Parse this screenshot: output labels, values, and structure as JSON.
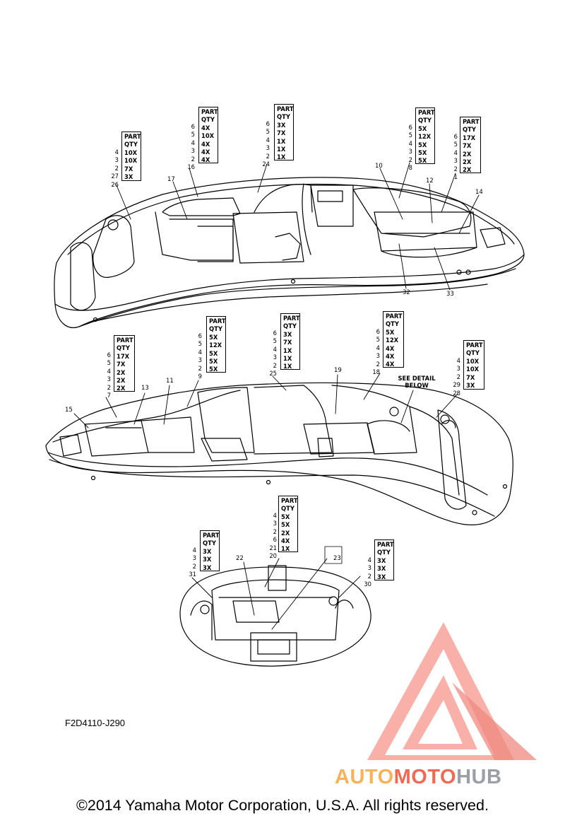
{
  "diagram": {
    "code": "F2D4110-J290",
    "copyright": "©2014 Yamaha Motor Corporation, U.S.A. All rights reserved.",
    "logo": {
      "part_a": "AUTO",
      "part_b": "MOTO",
      "part_c": "HUB",
      "colors": [
        "#f6b35a",
        "#ef6a55",
        "#9aa0a6"
      ]
    },
    "detail_note": [
      "SEE DETAIL",
      "BELOW"
    ],
    "header": [
      "PART",
      "QTY"
    ],
    "tables": [
      {
        "id": "t26",
        "keys": [
          "4",
          "3",
          "2",
          "27",
          "26"
        ],
        "qty": [
          "10X",
          "10X",
          "7X",
          "3X"
        ]
      },
      {
        "id": "t16",
        "keys": [
          "6",
          "5",
          "4",
          "3",
          "2",
          "16"
        ],
        "qty": [
          "4X",
          "10X",
          "4X",
          "4X",
          "4X"
        ]
      },
      {
        "id": "t24",
        "keys": [
          "6",
          "5",
          "4",
          "3",
          "2",
          "24"
        ],
        "qty": [
          "3X",
          "7X",
          "1X",
          "1X",
          "1X"
        ]
      },
      {
        "id": "t8",
        "keys": [
          "6",
          "5",
          "4",
          "3",
          "2",
          "8"
        ],
        "qty": [
          "5X",
          "12X",
          "5X",
          "5X",
          "5X"
        ]
      },
      {
        "id": "t1",
        "keys": [
          "6",
          "5",
          "4",
          "3",
          "2",
          "1"
        ],
        "qty": [
          "17X",
          "7X",
          "2X",
          "2X",
          "2X"
        ]
      },
      {
        "id": "t7",
        "keys": [
          "6",
          "5",
          "4",
          "3",
          "2",
          "7"
        ],
        "qty": [
          "17X",
          "7X",
          "2X",
          "2X",
          "2X"
        ]
      },
      {
        "id": "t9",
        "keys": [
          "6",
          "5",
          "4",
          "3",
          "2",
          "9"
        ],
        "qty": [
          "5X",
          "12X",
          "5X",
          "5X",
          "5X"
        ]
      },
      {
        "id": "t25",
        "keys": [
          "6",
          "5",
          "4",
          "3",
          "2",
          "25"
        ],
        "qty": [
          "3X",
          "7X",
          "1X",
          "1X",
          "1X"
        ]
      },
      {
        "id": "t18",
        "keys": [
          "6",
          "5",
          "4",
          "3",
          "2",
          "18"
        ],
        "qty": [
          "5X",
          "12X",
          "4X",
          "4X",
          "4X"
        ]
      },
      {
        "id": "t28",
        "keys": [
          "4",
          "3",
          "2",
          "29",
          "28"
        ],
        "qty": [
          "10X",
          "10X",
          "7X",
          "3X"
        ]
      },
      {
        "id": "t20",
        "keys": [
          "4",
          "3",
          "2",
          "6",
          "21",
          "20"
        ],
        "qty": [
          "5X",
          "5X",
          "2X",
          "4X",
          "1X"
        ]
      },
      {
        "id": "t31",
        "keys": [
          "4",
          "3",
          "2",
          "31"
        ],
        "qty": [
          "3X",
          "3X",
          "3X"
        ]
      },
      {
        "id": "t30",
        "keys": [
          "4",
          "3",
          "2",
          "30"
        ],
        "qty": [
          "3X",
          "3X",
          "3X"
        ]
      }
    ],
    "callouts": [
      "17",
      "10",
      "12",
      "14",
      "32",
      "33",
      "15",
      "13",
      "11",
      "19",
      "22",
      "23"
    ]
  }
}
